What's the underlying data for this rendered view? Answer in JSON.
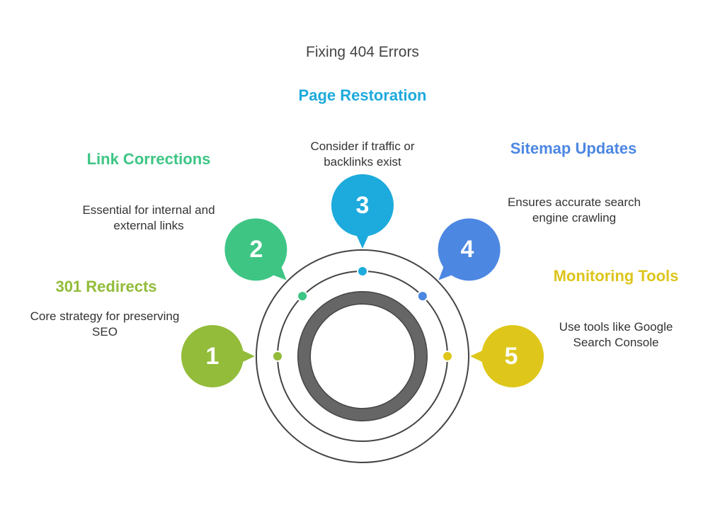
{
  "title": "Fixing 404 Errors",
  "steps": [
    {
      "number": "1",
      "title": "301 Redirects",
      "description": "Core strategy for preserving SEO",
      "color": "#92BC3A"
    },
    {
      "number": "2",
      "title": "Link Corrections",
      "description": "Essential for internal and external links",
      "color": "#3EC584"
    },
    {
      "number": "3",
      "title": "Page Restoration",
      "description": "Consider if traffic or backlinks exist",
      "color": "#1DAADC"
    },
    {
      "number": "4",
      "title": "Sitemap Updates",
      "description": "Ensures accurate search engine crawling",
      "color": "#4C87E2"
    },
    {
      "number": "5",
      "title": "Monitoring Tools",
      "description": "Use tools like Google Search Console",
      "color": "#DEC71A"
    }
  ]
}
